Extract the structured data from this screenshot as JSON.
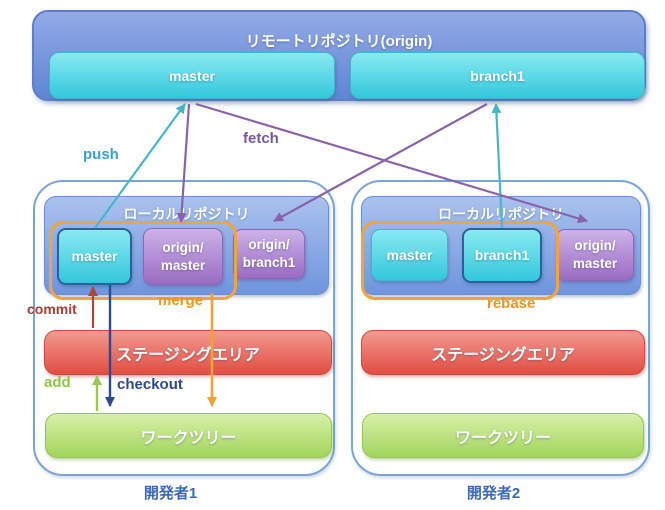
{
  "remote": {
    "title": "リモートリポジトリ(origin)",
    "branches": [
      {
        "label": "master"
      },
      {
        "label": "branch1"
      }
    ]
  },
  "developers": [
    {
      "name": "開発者1",
      "local_repo_title": "ローカルリポジトリ",
      "branches": [
        {
          "label": "master"
        },
        {
          "label": "origin/\nmaster"
        },
        {
          "label": "origin/\nbranch1"
        }
      ],
      "staging_label": "ステージングエリア",
      "worktree_label": "ワークツリー"
    },
    {
      "name": "開発者2",
      "local_repo_title": "ローカルリポジトリ",
      "branches": [
        {
          "label": "master"
        },
        {
          "label": "branch1"
        },
        {
          "label": "origin/\nmaster"
        }
      ],
      "staging_label": "ステージングエリア",
      "worktree_label": "ワークツリー"
    }
  ],
  "arrow_labels": {
    "push": "push",
    "fetch": "fetch",
    "commit": "commit",
    "merge": "merge",
    "add": "add",
    "checkout": "checkout",
    "rebase": "rebase"
  },
  "colors": {
    "push_line_teal": "#47b7c8",
    "push_label_blue": "#3b9fd4",
    "fetch_purple": "#8a62ab",
    "commit_red": "#b0453a",
    "merge_orange": "#f0a236",
    "add_green": "#9aca55",
    "checkout_navy": "#2c4a8e",
    "group_outline_orange": "#f2a33c",
    "developer_label_blue": "#3b68b8",
    "remote_box_blue": "#6e92db",
    "branch_box_cyan": "#4fd2e2",
    "origin_box_purple": "#a57cc9",
    "staging_red": "#e8655a",
    "worktree_green": "#b5dd77",
    "current_branch_border_navy": "#2e5f9e"
  }
}
